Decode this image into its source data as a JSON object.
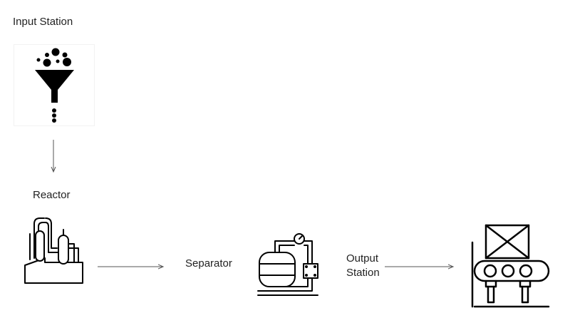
{
  "nodes": {
    "input_station": {
      "label": "Input Station",
      "icon": "funnel-icon"
    },
    "reactor": {
      "label": "Reactor",
      "icon": "reactor-icon"
    },
    "separator": {
      "label": "Separator",
      "icon": "separator-icon"
    },
    "output_station": {
      "label_line1": "Output",
      "label_line2": "Station",
      "icon": "conveyor-icon"
    }
  },
  "edges": [
    {
      "from": "input_station",
      "to": "reactor"
    },
    {
      "from": "reactor",
      "to": "separator"
    },
    {
      "from": "separator",
      "to": "output_station"
    }
  ],
  "colors": {
    "icon": "#000000",
    "arrow": "#555555",
    "text": "#222222"
  }
}
